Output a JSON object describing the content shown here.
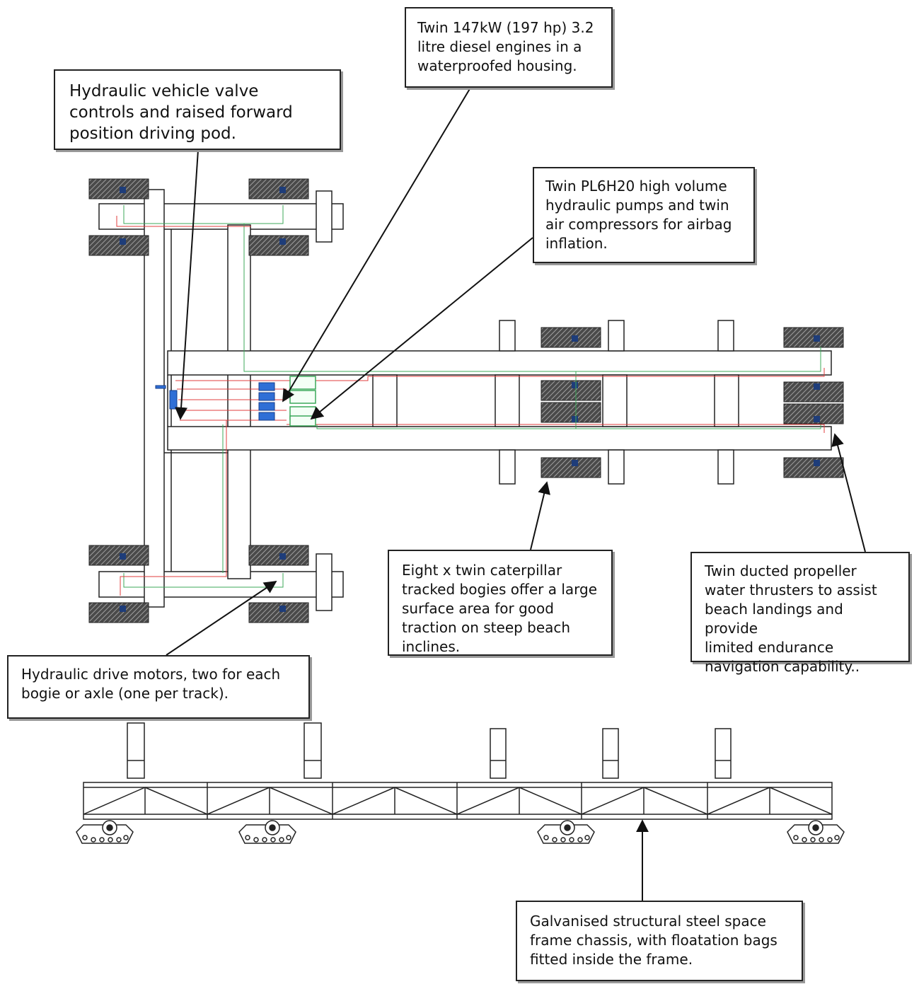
{
  "callouts": {
    "valve": "Hydraulic vehicle valve\ncontrols and raised forward\nposition driving pod.",
    "engines": "Twin 147kW (197 hp) 3.2\nlitre diesel engines in a\nwaterproofed housing.",
    "pumps": "Twin PL6H20 high volume\nhydraulic pumps and twin\nair compressors for airbag\ninflation.",
    "tracks": "Eight x twin caterpillar\ntracked bogies offer a large\nsurface area for good\ntraction on steep beach\ninclines.",
    "thrusters": "Twin ducted propeller\nwater thrusters to assist\nbeach landings and provide\nlimited endurance\nnavigation capability..",
    "motors": "Hydraulic drive motors, two for each\nbogie or axle (one per track).",
    "frame": "Galvanised structural steel space\nframe chassis, with floatation bags\nfitted inside the frame."
  },
  "colors": {
    "line": "#222222",
    "hydraulic_red": "#e03c3c",
    "hydraulic_green": "#3ca85a",
    "valve_blue": "#2f6fd6"
  }
}
